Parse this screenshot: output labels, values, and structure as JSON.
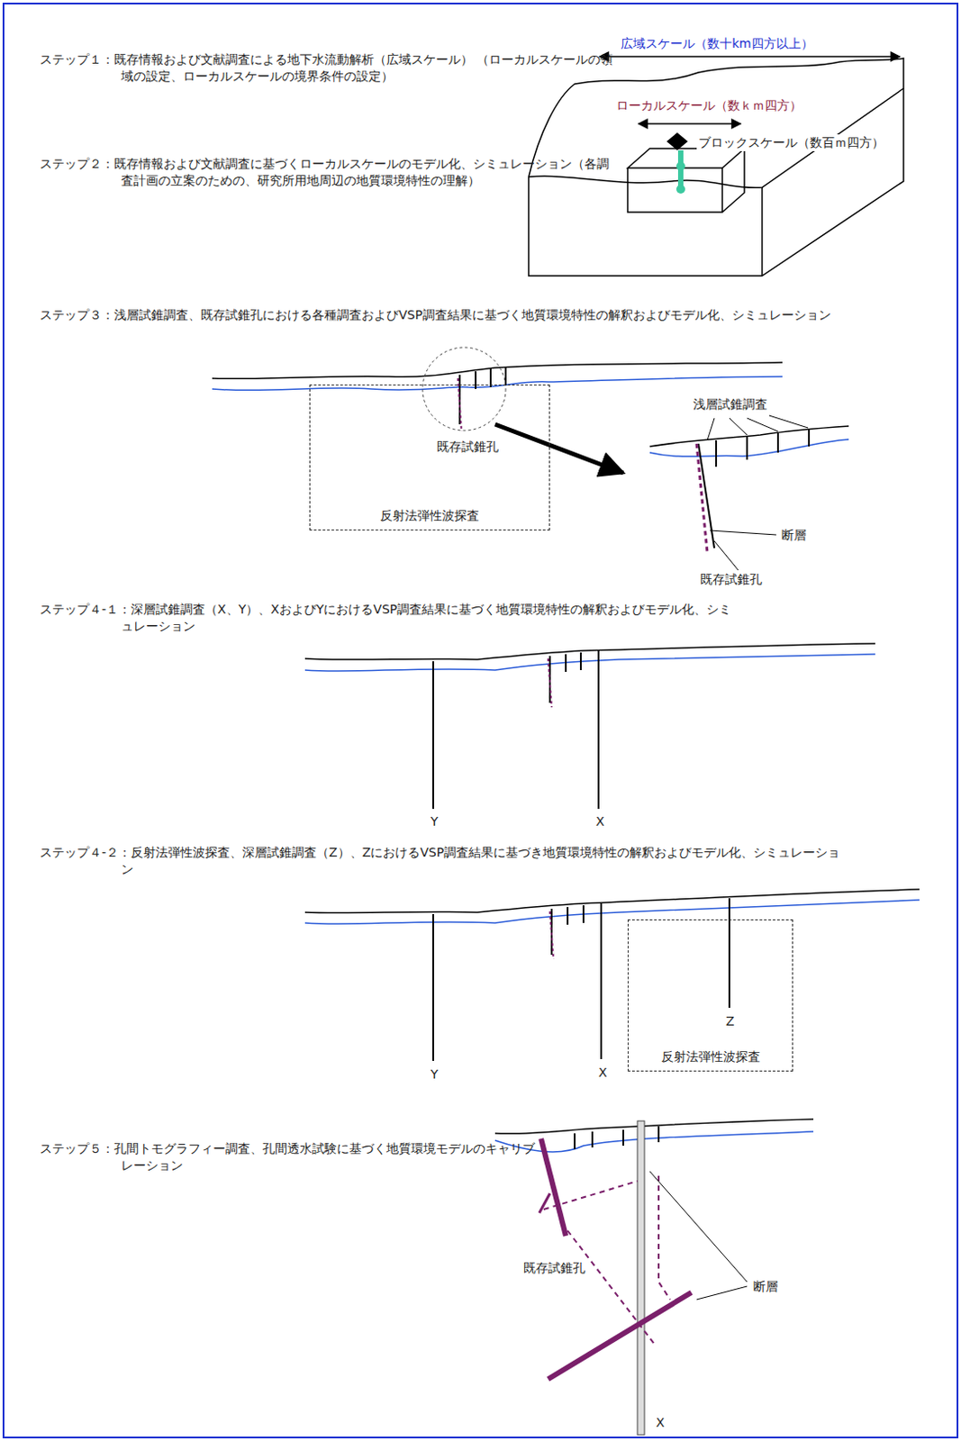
{
  "diagram": {
    "nodes": [
      {
        "text": [
          "反射法弾性波探査"
        ]
      },
      {
        "text": [
          "反射法弾性波探査"
        ]
      }
    ],
    "labels": [
      "ステップ１：既存情報および文献調査による地下水流動解析（広域スケール） （ローカルスケールの領域の設定、ローカルスケールの境界条件の設定）",
      "広域スケール（数十km四方以上）",
      "ローカルスケール（数ｋｍ四方）",
      "ブロックスケール（数百ｍ四方）",
      "ステップ２：既存情報および文献調査に基づくローカルスケールのモデル化、シミュレーション（各調査計画の立案のための、研究所用地周辺の地質環境特性の理解）",
      "ステップ３：浅層試錐調査、既存試錐孔における各種調査およびVSP調査結果に基づく地質環境特性の解釈およびモデル化、シミュレーション",
      "既存試錐孔",
      "浅層試錐調査",
      "断層",
      "既存試錐孔",
      "ステップ４-１：深層試錐調査（X、Y）、XおよびYにおけるVSP調査結果に基づく地質環境特性の解釈およびモデル化、シミュレーション",
      "Y",
      "X",
      "ステップ４-２：反射法弾性波探査、深層試錐調査（Z）、ZにおけるVSP調査結果に基づき地質環境特性の解釈およびモデル化、シミュレーション",
      "Z",
      "Y",
      "X",
      "ステップ５：孔間トモグラフィー調査、孔間透水試験に基づく地質環境モデルのキャリブレーション",
      "既存試錐孔",
      "断層",
      "X"
    ]
  }
}
